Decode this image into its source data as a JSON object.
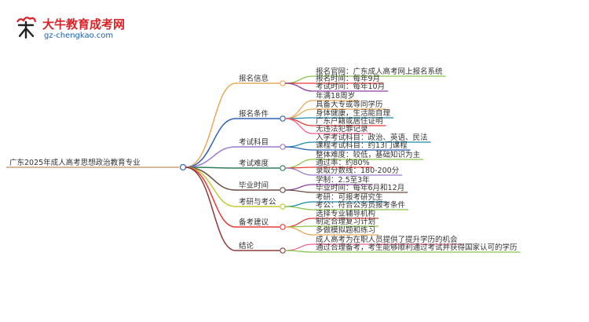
{
  "logo": {
    "name": "大牛教育成考网",
    "url": "gz-chengkao.com"
  },
  "root": "广东2025年成人高考思想政治教育专业",
  "branches": [
    {
      "label": "报名信息",
      "color": "#e8a95a",
      "children": [
        {
          "label": "报名官网：广东成人高考网上报名系统",
          "color": "#8bc34a"
        },
        {
          "label": "报名时间：每年9月",
          "color": "#e53935"
        },
        {
          "label": "考试时间：每年10月",
          "color": "#8e3ea0"
        }
      ]
    },
    {
      "label": "报名条件",
      "color": "#2f5fb3",
      "children": [
        {
          "label": "年满18周岁",
          "color": "#e8a95a"
        },
        {
          "label": "具备大专或等同学历",
          "color": "#e8a95a"
        },
        {
          "label": "身体健康，生活能自理",
          "color": "#1e88a8"
        },
        {
          "label": "广东户籍或居住证明",
          "color": "#e53935"
        },
        {
          "label": "无违法犯罪记录",
          "color": "#f06292"
        }
      ]
    },
    {
      "label": "考试科目",
      "color": "#9e7ad0",
      "children": [
        {
          "label": "入学考试科目：政治、英语、民法",
          "color": "#1e88a8"
        },
        {
          "label": "课程考试科目：约13门课程",
          "color": "#2f5fb3"
        }
      ]
    },
    {
      "label": "考试难度",
      "color": "#2e7d5b",
      "children": [
        {
          "label": "整体难度：较低，基础知识为主",
          "color": "#8bc34a"
        },
        {
          "label": "通过率：约80%",
          "color": "#e53935"
        },
        {
          "label": "录取分数线：180-200分",
          "color": "#9e7ad0"
        }
      ]
    },
    {
      "label": "毕业时间",
      "color": "#6d4c41",
      "children": [
        {
          "label": "学制：2.5至3年",
          "color": "#8e3ea0"
        },
        {
          "label": "毕业时间：每年6月和12月",
          "color": "#6d4c41"
        }
      ]
    },
    {
      "label": "考研与考公",
      "color": "#c0ca33",
      "children": [
        {
          "label": "考研：可报考研究生",
          "color": "#1e88a8"
        },
        {
          "label": "考公：符合公务员报考条件",
          "color": "#8bc34a"
        }
      ]
    },
    {
      "label": "备考建议",
      "color": "#e53935",
      "children": [
        {
          "label": "选择专业辅导机构",
          "color": "#e53935"
        },
        {
          "label": "制定合理复习计划",
          "color": "#8bc34a"
        },
        {
          "label": "多做模拟题和练习",
          "color": "#e8a95a"
        }
      ]
    },
    {
      "label": "结论",
      "color": "#8d3b3b",
      "children": [
        {
          "label": "成人高考为在职人员提供了提升学历的机会",
          "color": "#f06292"
        },
        {
          "label": "通过合理备考，考生能够顺利通过考试并获得国家认可的学历",
          "color": "#8bc34a"
        }
      ]
    }
  ]
}
